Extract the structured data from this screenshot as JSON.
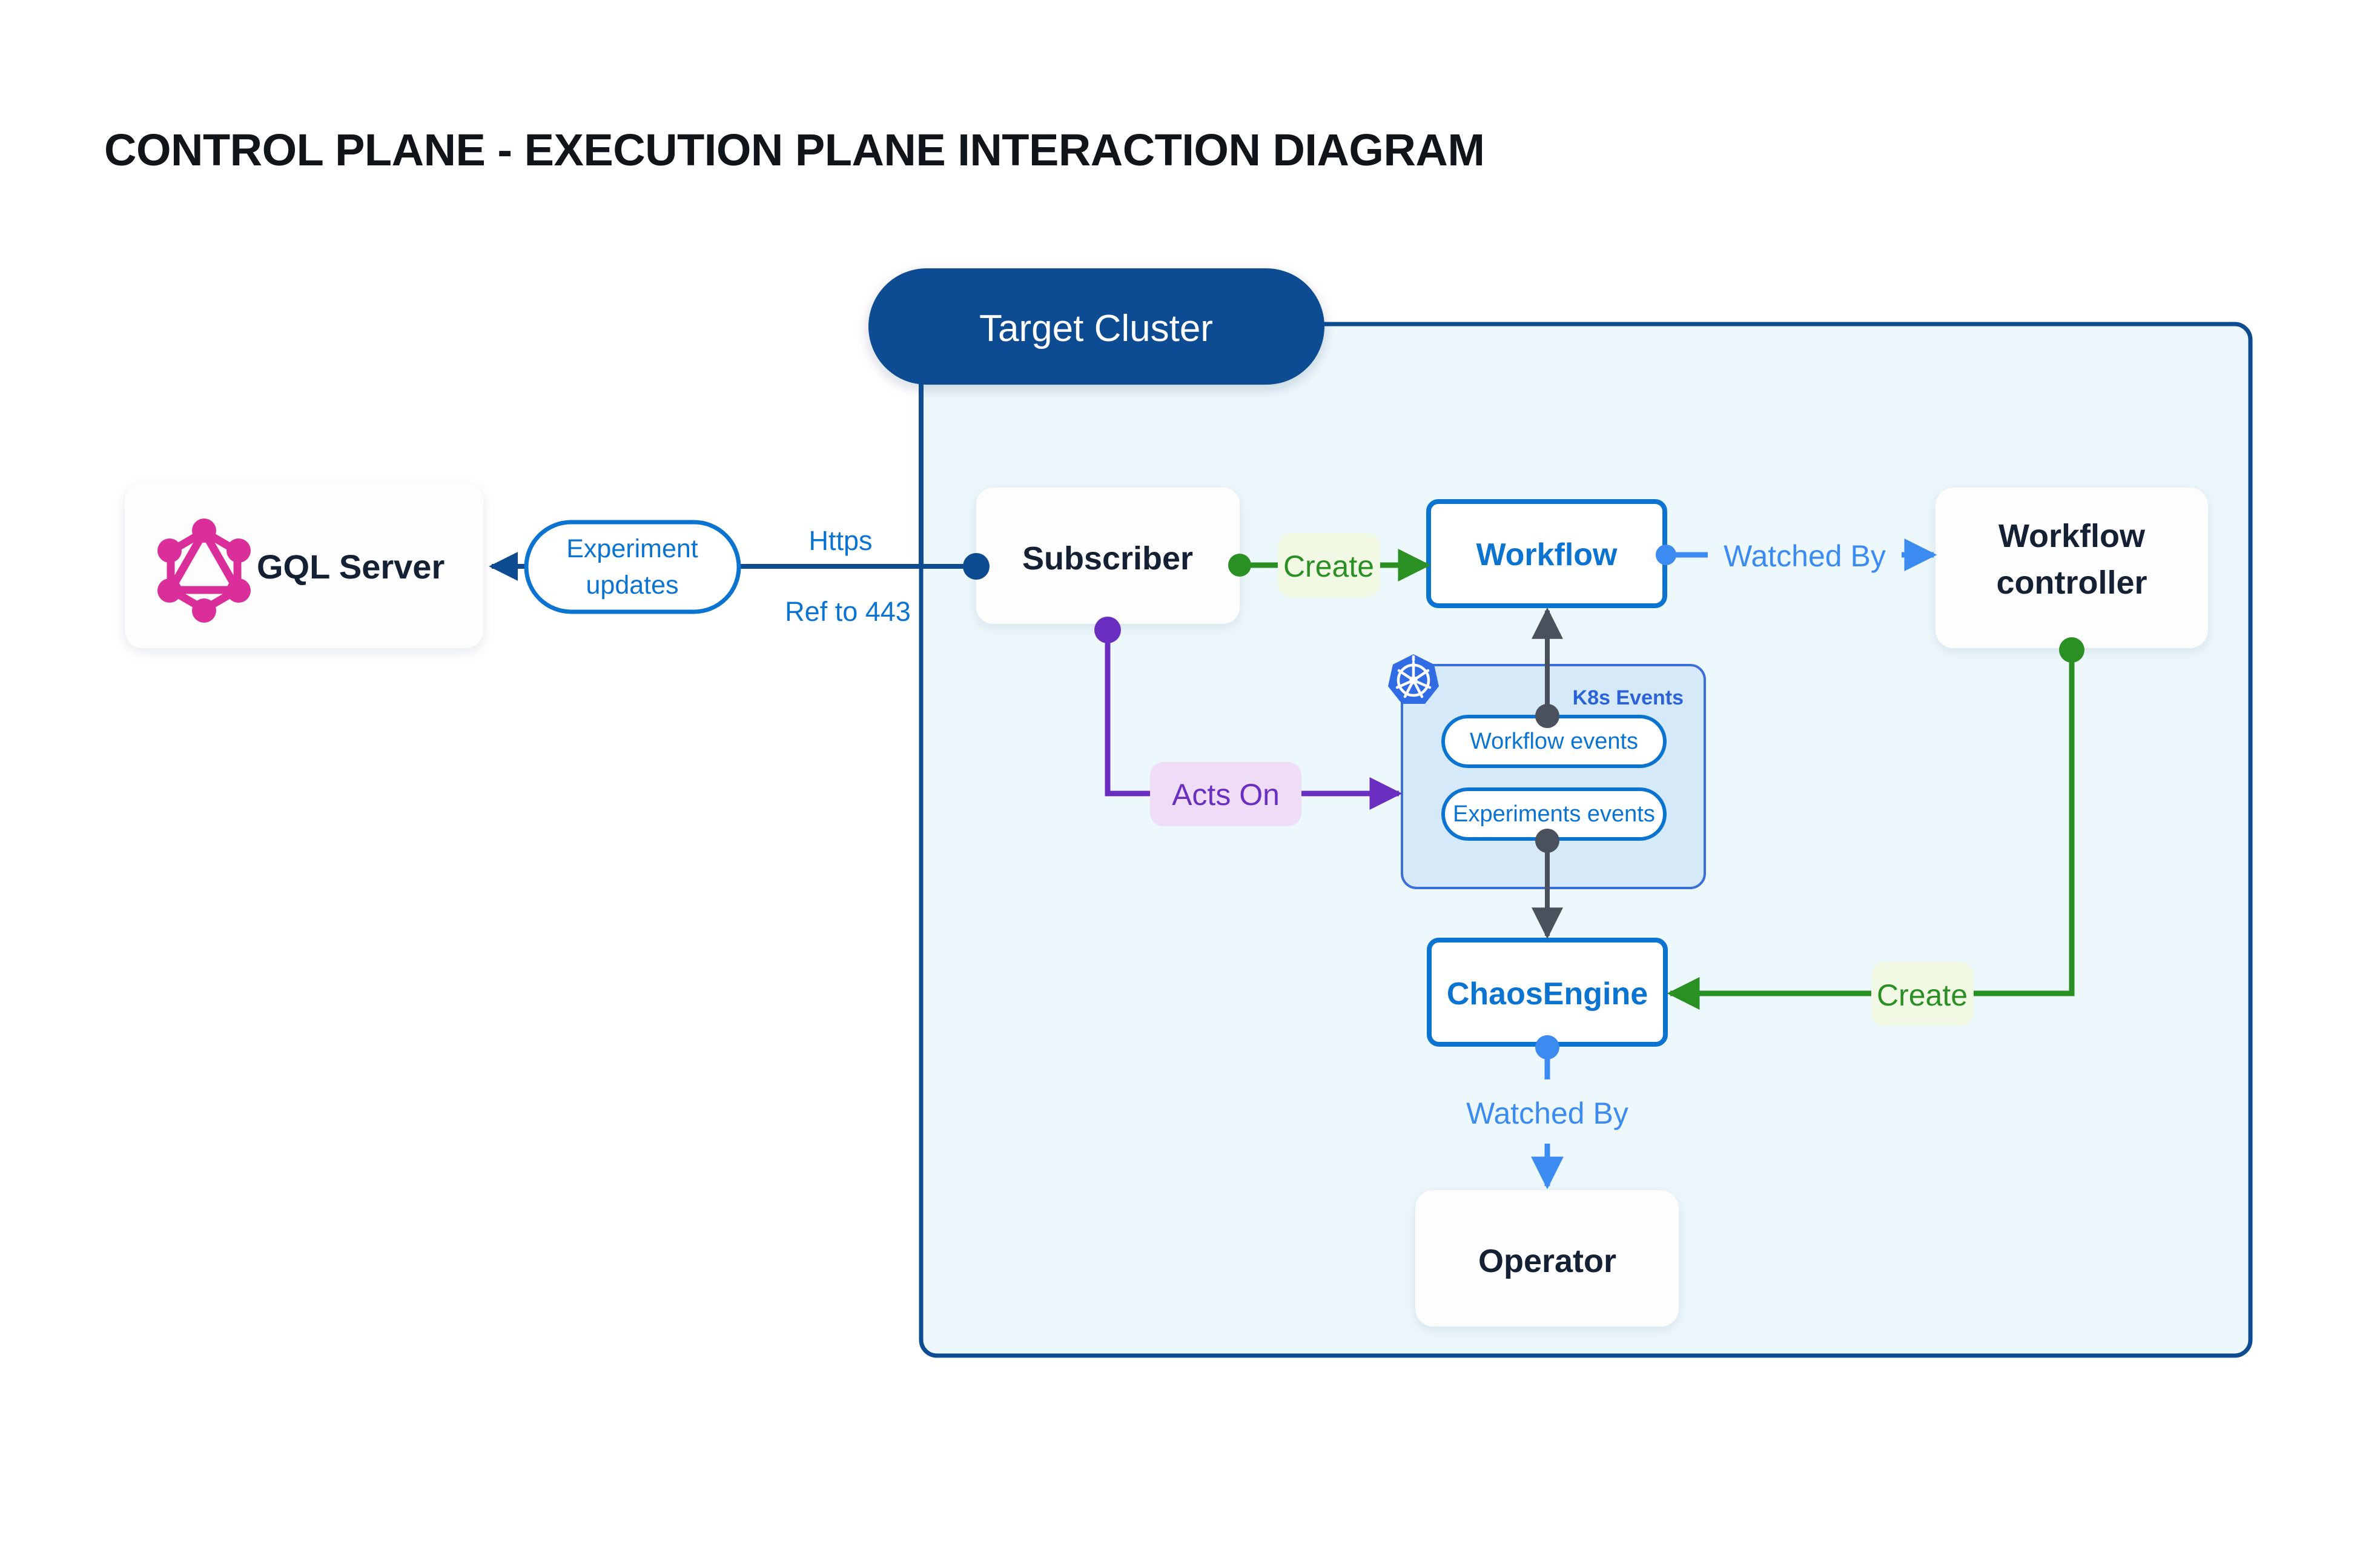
{
  "page": {
    "title": "CONTROL PLANE - EXECUTION PLANE INTERACTION DIAGRAM",
    "background": "#ffffff"
  },
  "colors": {
    "dark_blue": "#0E4C92",
    "brand_blue": "#0B74D0",
    "light_blue_line": "#3C8BF0",
    "cluster_fill": "#EDF8FC",
    "k8s_panel_fill": "#D6E9F8",
    "k8s_logo_blue": "#326CE5",
    "green": "#2B9023",
    "green_label_bg": "#F1F9E5",
    "purple": "#6A2FC0",
    "purple_label_bg": "#EFDDF8",
    "gray_line": "#4A515C",
    "card_text": "#142033",
    "graphql_pink": "#DA2E9B"
  },
  "cluster": {
    "header_label": "Target Cluster"
  },
  "nodes": {
    "gql_server": {
      "label": "GQL Server",
      "icon": "graphql-icon"
    },
    "subscriber": {
      "label": "Subscriber"
    },
    "workflow": {
      "label": "Workflow"
    },
    "workflow_controller": {
      "label": "Workflow controller"
    },
    "chaos_engine": {
      "label": "ChaosEngine"
    },
    "operator": {
      "label": "Operator"
    }
  },
  "k8s_events_panel": {
    "title": "K8s Events",
    "icon": "kubernetes-icon",
    "items": [
      {
        "label": "Workflow events"
      },
      {
        "label": "Experiments events"
      }
    ]
  },
  "edge_labels": {
    "experiment_updates": "Experiment updates",
    "https": "Https",
    "ref_to_443": "Ref to 443",
    "create_subscriber_workflow": "Create",
    "watched_by_workflow_controller": "Watched By",
    "acts_on": "Acts On",
    "create_controller_chaosengine": "Create",
    "watched_by_operator": "Watched By"
  },
  "edge_label_lines": {
    "experiment_updates_line1": "Experiment",
    "experiment_updates_line2": "updates"
  },
  "node_label_lines": {
    "workflow_controller_line1": "Workflow",
    "workflow_controller_line2": "controller"
  }
}
